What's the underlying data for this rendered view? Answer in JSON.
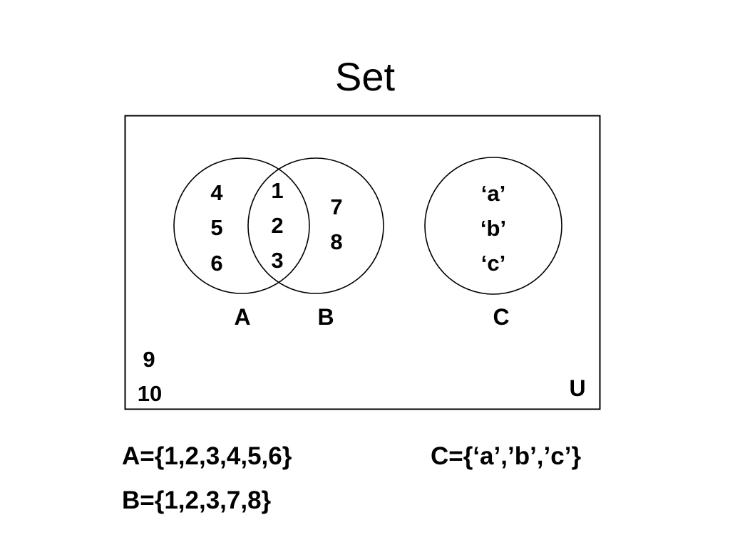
{
  "title": "Set",
  "universe": {
    "label": "U",
    "outside": [
      "9",
      "10"
    ]
  },
  "sets": {
    "A": {
      "label": "A",
      "only": [
        "4",
        "5",
        "6"
      ]
    },
    "B": {
      "label": "B",
      "only": [
        "7",
        "8"
      ]
    },
    "AB": {
      "shared": [
        "1",
        "2",
        "3"
      ]
    },
    "C": {
      "label": "C",
      "only": [
        "‘a’",
        "‘b’",
        "‘c’"
      ]
    }
  },
  "definitions": {
    "A": "A={1,2,3,4,5,6}",
    "B": "B={1,2,3,7,8}",
    "C": "C={‘a’,’b’,’c’}"
  },
  "colors": {
    "stroke": "#000000",
    "text": "#000000",
    "background": "#ffffff"
  }
}
